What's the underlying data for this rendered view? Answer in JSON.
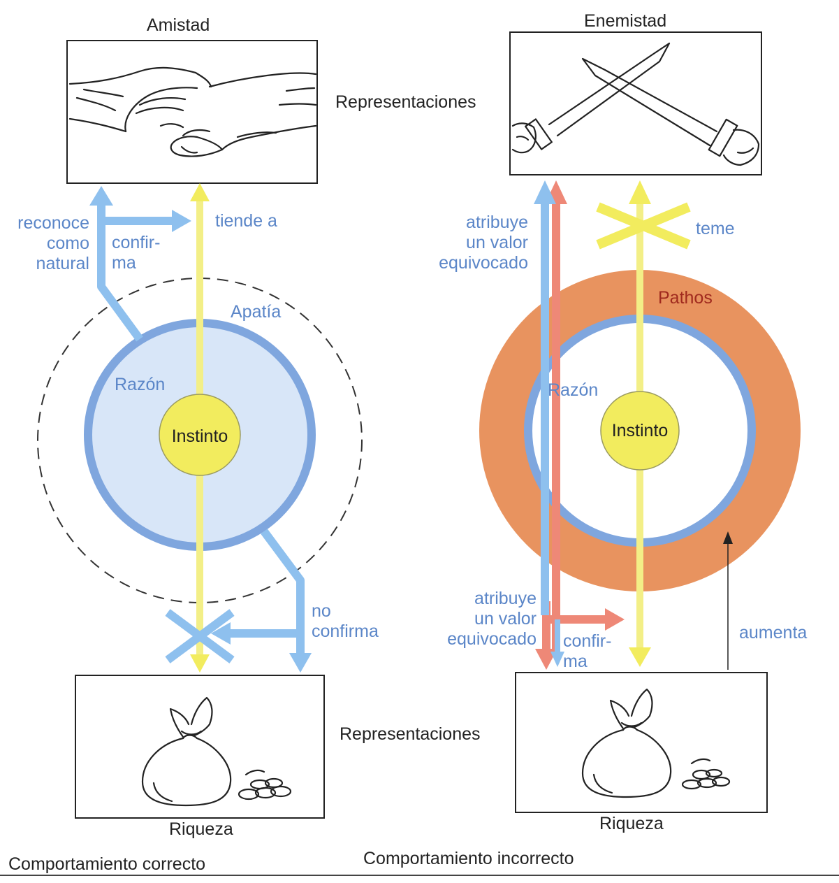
{
  "left": {
    "top_title": "Amistad",
    "bottom_title": "Riqueza",
    "caption": "Comportamiento correcto",
    "lbl_reconoce": "reconoce\ncomo\nnatural",
    "lbl_confirma": "confir-\nma",
    "lbl_tiende": "tiende a",
    "lbl_apatia": "Apatía",
    "lbl_razon": "Razón",
    "lbl_instinto": "Instinto",
    "lbl_no_confirma": "no\nconfirma"
  },
  "middle": {
    "representaciones_top": "Representaciones",
    "representaciones_bottom": "Representaciones"
  },
  "right": {
    "top_title": "Enemistad",
    "bottom_title": "Riqueza",
    "caption": "Comportamiento incorrecto",
    "lbl_atribuye_top": "atribuye\nun valor\nequivocado",
    "lbl_teme": "teme",
    "lbl_pathos": "Pathos",
    "lbl_razon": "Razón",
    "lbl_instinto": "Instinto",
    "lbl_atribuye_bottom": "atribuye\nun valor\nequivocado",
    "lbl_confirma": "confir-\nma",
    "lbl_aumenta": "aumenta"
  },
  "colors": {
    "blue_arrow": "#8ec0ee",
    "blue_ring": "#7fa6de",
    "blue_fill": "#d8e6f8",
    "yellow": "#f2ec5e",
    "yellow_line": "#f3ef87",
    "orange": "#e8935f",
    "red_arrow": "#ee8877",
    "text_blue": "#5b86c8",
    "text_red": "#a02a1e"
  },
  "icons": {
    "top_left_picture": "handshake-icon",
    "top_right_picture": "crossed-swords-icon",
    "bottom_pictures": "money-bag-icon"
  }
}
